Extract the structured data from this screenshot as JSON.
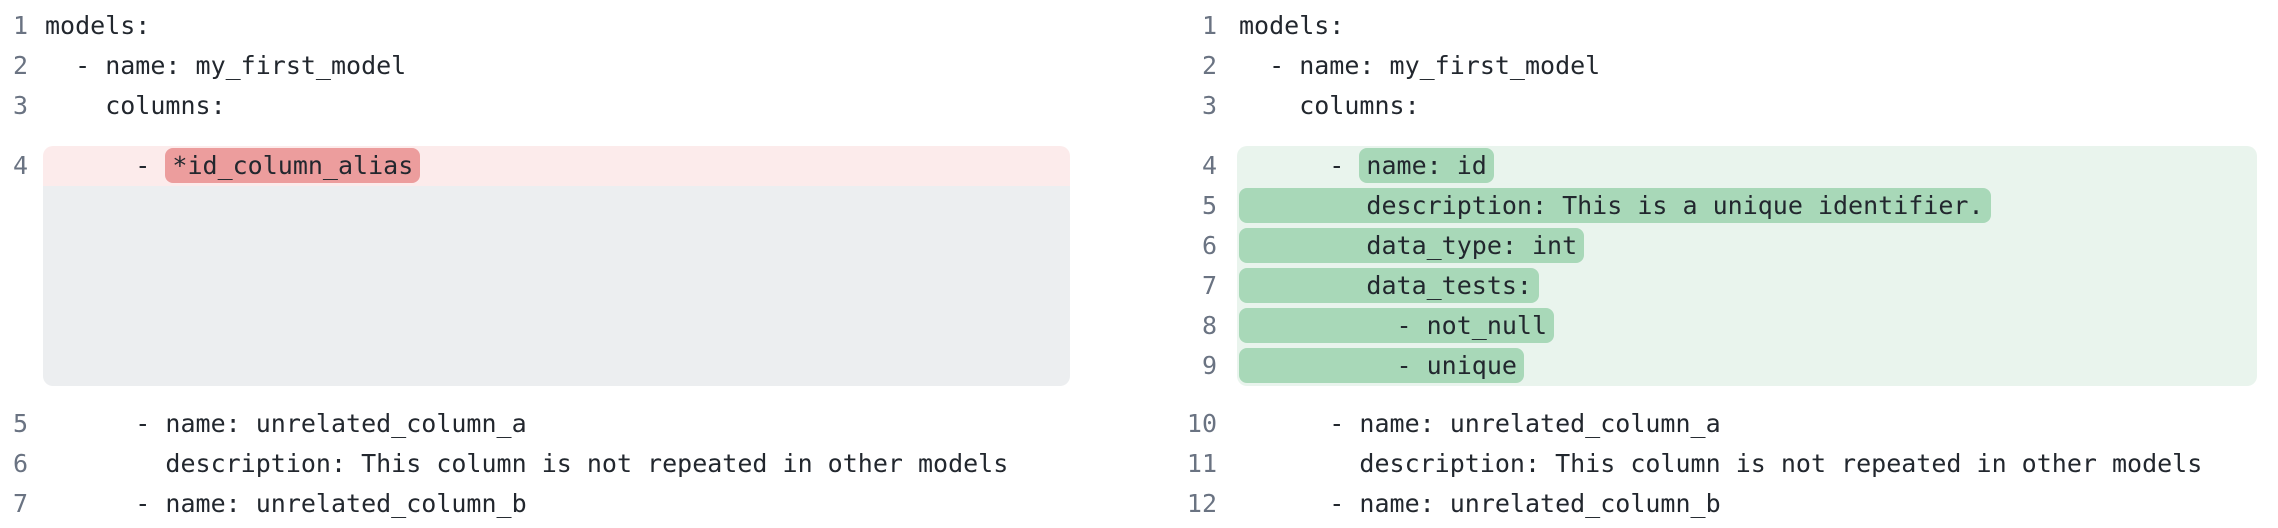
{
  "colors": {
    "background": "#ffffff",
    "code_text": "#22272e",
    "line_number": "#6a7382",
    "removed_line_bg": "#fcebeb",
    "removed_word_bg": "#ec9d9d",
    "added_line_bg": "#e9f4ed",
    "added_word_bg": "#a8d8b8",
    "placeholder_bg": "#eceef0"
  },
  "diff": {
    "panes": [
      {
        "name": "before",
        "lines": [
          {
            "num": "1",
            "type": "context",
            "segments": [
              {
                "text": "models:"
              }
            ]
          },
          {
            "num": "2",
            "type": "context",
            "segments": [
              {
                "text": "  - name: my_first_model"
              }
            ]
          },
          {
            "num": "3",
            "type": "context",
            "segments": [
              {
                "text": "    columns:"
              }
            ]
          },
          {
            "num": "4",
            "type": "removed",
            "segments": [
              {
                "text": "      - "
              },
              {
                "text": "*id_column_alias",
                "mark": true
              }
            ]
          },
          {
            "type": "placeholder",
            "span_lines": 5,
            "segments": []
          },
          {
            "num": "5",
            "type": "context",
            "segments": [
              {
                "text": "      - name: unrelated_column_a"
              }
            ]
          },
          {
            "num": "6",
            "type": "context",
            "segments": [
              {
                "text": "        description: This column is not repeated in other models"
              }
            ]
          },
          {
            "num": "7",
            "type": "context",
            "segments": [
              {
                "text": "      - name: unrelated_column_b"
              }
            ]
          }
        ]
      },
      {
        "name": "after",
        "lines": [
          {
            "num": "1",
            "type": "context",
            "segments": [
              {
                "text": "models:"
              }
            ]
          },
          {
            "num": "2",
            "type": "context",
            "segments": [
              {
                "text": "  - name: my_first_model"
              }
            ]
          },
          {
            "num": "3",
            "type": "context",
            "segments": [
              {
                "text": "    columns:"
              }
            ]
          },
          {
            "num": "4",
            "type": "added",
            "segments": [
              {
                "text": "      - "
              },
              {
                "text": "name: id",
                "mark": true
              }
            ]
          },
          {
            "num": "5",
            "type": "added",
            "segments": [
              {
                "text": "        description: This is a unique identifier.",
                "mark": true
              }
            ]
          },
          {
            "num": "6",
            "type": "added",
            "segments": [
              {
                "text": "        data_type: int",
                "mark": true
              }
            ]
          },
          {
            "num": "7",
            "type": "added",
            "segments": [
              {
                "text": "        data_tests:",
                "mark": true
              }
            ]
          },
          {
            "num": "8",
            "type": "added",
            "segments": [
              {
                "text": "          - not_null",
                "mark": true
              }
            ]
          },
          {
            "num": "9",
            "type": "added",
            "segments": [
              {
                "text": "          - unique",
                "mark": true
              }
            ]
          },
          {
            "num": "10",
            "type": "context",
            "segments": [
              {
                "text": "      - name: unrelated_column_a"
              }
            ]
          },
          {
            "num": "11",
            "type": "context",
            "segments": [
              {
                "text": "        description: This column is not repeated in other models"
              }
            ]
          },
          {
            "num": "12",
            "type": "context",
            "segments": [
              {
                "text": "      - name: unrelated_column_b"
              }
            ]
          }
        ]
      }
    ]
  }
}
